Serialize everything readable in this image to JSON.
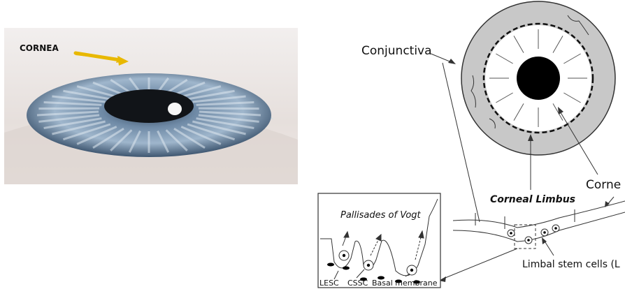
{
  "photo": {
    "cornea_label": "CORNEA",
    "arrow_color": "#e8b800"
  },
  "diagram": {
    "labels": {
      "conjunctiva": "Conjunctiva",
      "cornea_cut": "Corne",
      "corneal_limbus": "Corneal Limbus",
      "limbal_stem_cells": "Limbal stem cells (L",
      "pallisades_of_vogt": "Pallisades of Vogt",
      "lesc": "LESC",
      "cssc": "CSSC",
      "basal_membrane": "Basal membrane"
    },
    "colors": {
      "conjunctiva_ring": "#c8c8c8",
      "pupil": "#000000",
      "line": "#333333"
    }
  }
}
